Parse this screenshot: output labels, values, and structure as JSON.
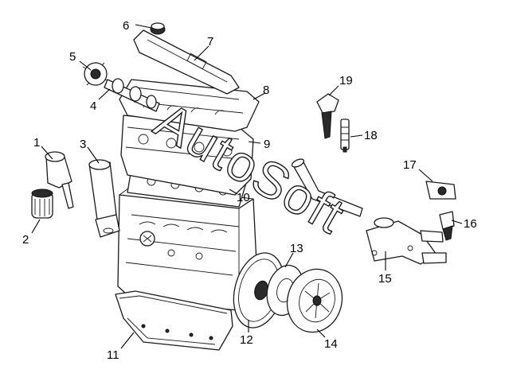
{
  "diagram": {
    "watermark": "AutoSoft",
    "callouts": [
      {
        "id": "1",
        "label": "1"
      },
      {
        "id": "2",
        "label": "2"
      },
      {
        "id": "3",
        "label": "3"
      },
      {
        "id": "4",
        "label": "4"
      },
      {
        "id": "5",
        "label": "5"
      },
      {
        "id": "6",
        "label": "6"
      },
      {
        "id": "7",
        "label": "7"
      },
      {
        "id": "8",
        "label": "8"
      },
      {
        "id": "9",
        "label": "9"
      },
      {
        "id": "10",
        "label": "10"
      },
      {
        "id": "11",
        "label": "11"
      },
      {
        "id": "12",
        "label": "12"
      },
      {
        "id": "13",
        "label": "13"
      },
      {
        "id": "14",
        "label": "14"
      },
      {
        "id": "15",
        "label": "15"
      },
      {
        "id": "16",
        "label": "16"
      },
      {
        "id": "17",
        "label": "17"
      },
      {
        "id": "18",
        "label": "18"
      },
      {
        "id": "19",
        "label": "19"
      }
    ]
  }
}
